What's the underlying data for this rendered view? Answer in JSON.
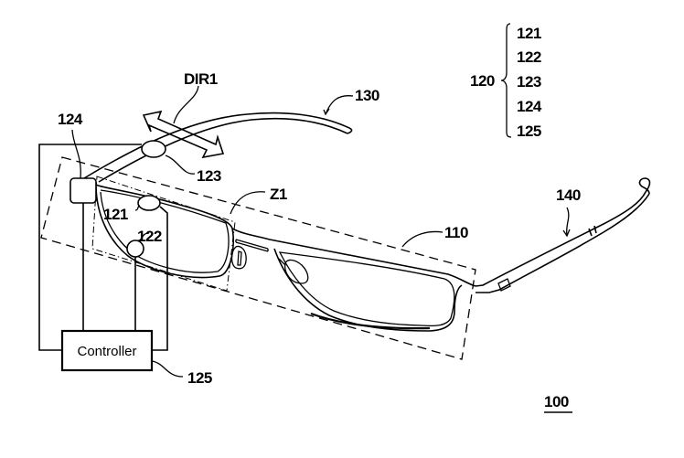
{
  "figure": {
    "type": "patent-drawing",
    "subject": "smart glasses with sensing module and controller",
    "figure_number": "100",
    "labels": {
      "dir1": "DIR1",
      "ref_110": "110",
      "ref_121": "121",
      "ref_122": "122",
      "ref_123": "123",
      "ref_124": "124",
      "ref_125": "125",
      "ref_130": "130",
      "ref_140": "140",
      "zone_z1": "Z1",
      "ref_100": "100"
    },
    "controller_label": "Controller",
    "legend_group": {
      "parent": "120",
      "children": [
        "121",
        "122",
        "123",
        "124",
        "125"
      ]
    }
  }
}
